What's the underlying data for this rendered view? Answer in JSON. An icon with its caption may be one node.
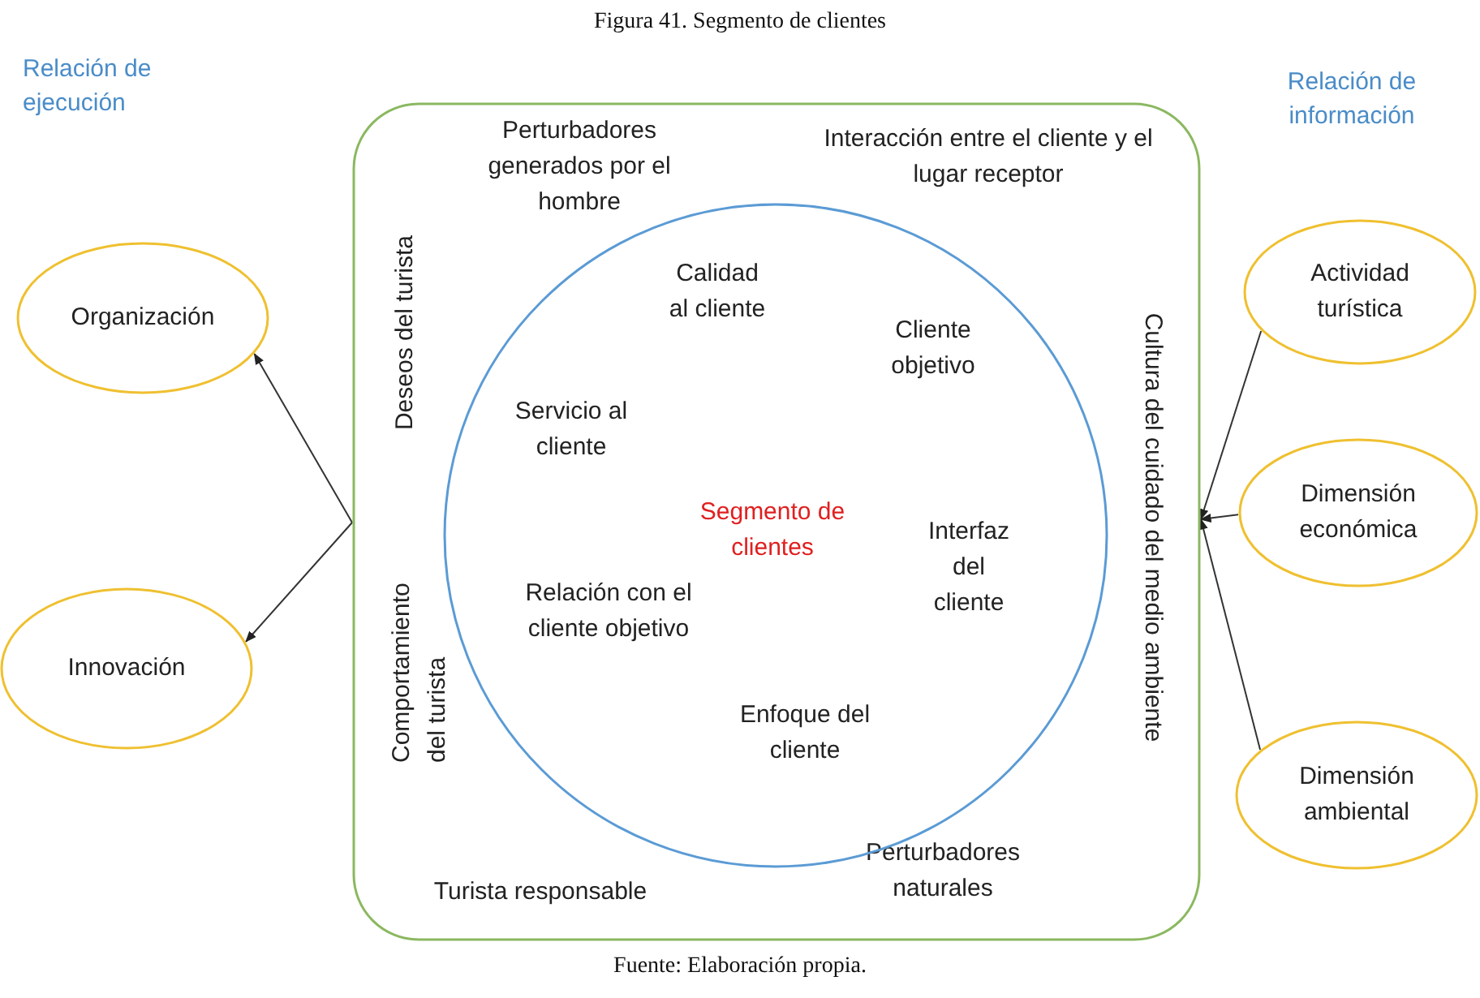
{
  "diagram": {
    "title": "Figura 41. Segmento de clientes",
    "caption": "Fuente: Elaboración propia.",
    "nodes": [
      {
        "text": [
          "Perturbadores generados por el hombre",
          "Interacción entre el cliente y el lugar receptor",
          "Deseos del turista",
          "Comportamiento del turista",
          "Cultura del cuidado del medio ambiente",
          "Turista responsable",
          "Perturbadores naturales"
        ]
      },
      {
        "text": [
          "Calidad al cliente",
          "Cliente objetivo",
          "Servicio al cliente",
          "Segmento de clientes",
          "Interfaz del cliente",
          "Relación con el cliente objetivo",
          "Enfoque del cliente"
        ],
        "in": 0
      },
      {
        "text": [
          "Organización"
        ]
      },
      {
        "text": [
          "Innovación"
        ]
      },
      {
        "text": [
          "Actividad turística"
        ]
      },
      {
        "text": [
          "Dimensión económica"
        ]
      },
      {
        "text": [
          "Dimensión ambiental"
        ]
      }
    ],
    "edges": [
      {
        "from": 0,
        "to": 2,
        "arrow": "to"
      },
      {
        "from": 0,
        "to": 3,
        "arrow": "to"
      },
      {
        "from": 4,
        "to": 0,
        "arrow": "to"
      },
      {
        "from": 5,
        "to": 0,
        "arrow": "to"
      },
      {
        "from": 6,
        "to": 0,
        "arrow": "to"
      }
    ],
    "labels": [
      "Relación de ejecución",
      "Relación de información"
    ]
  }
}
